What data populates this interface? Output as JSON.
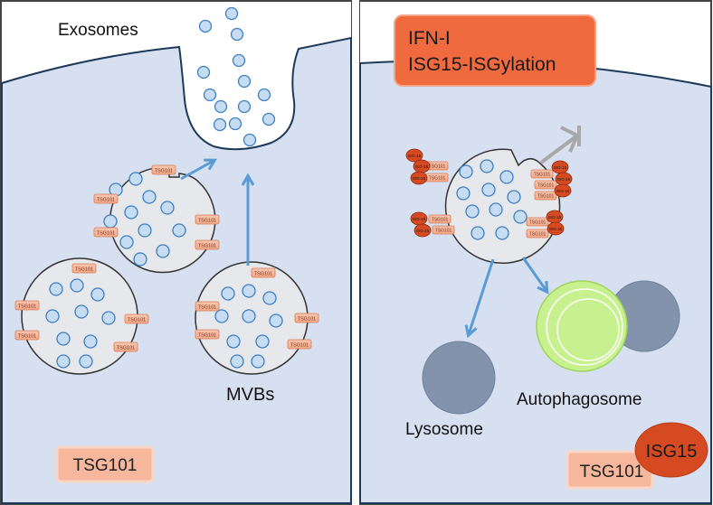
{
  "left_panel": {
    "exosomes_label": "Exosomes",
    "mvbs_label": "MVBs",
    "legend_tag": "TSG101"
  },
  "right_panel": {
    "signal_box": {
      "line1": "IFN-I",
      "line2": "ISG15-ISGylation"
    },
    "lysosome_label": "Lysosome",
    "autophagosome_label": "Autophagosome",
    "legend_tag": "TSG101",
    "legend_isg15": "ISG15"
  },
  "membrane_tag_text": "TSG101",
  "mini_isg15_text": "ISG-15",
  "colors": {
    "cytoplasm": "#d7e0f0",
    "membrane_line": "#1c3b5a",
    "vesicle_fill": "#e6e8ec",
    "intraluminal_vesicle": "#c6dcf2",
    "tag_fill": "#f7b79c",
    "tag_stroke": "#d77a55",
    "isg15_fill": "#d64a22",
    "signal_box": "#f06a3f",
    "lysosome": "#8293ab",
    "autophagosome": "#c7f08e",
    "arrow_blue": "#5b9bd5",
    "arrow_grey": "#a8a8a8"
  }
}
